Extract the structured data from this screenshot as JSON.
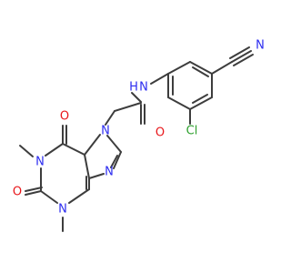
{
  "molecule": {
    "atoms": [
      {
        "id": "n_amide",
        "text": "N",
        "element": "N"
      },
      {
        "id": "h_amide",
        "text": "H",
        "element": "N"
      },
      {
        "id": "o_amide",
        "text": "O",
        "element": "O"
      },
      {
        "id": "n7",
        "text": "N",
        "element": "N"
      },
      {
        "id": "n9",
        "text": "N",
        "element": "N"
      },
      {
        "id": "n1",
        "text": "N",
        "element": "N"
      },
      {
        "id": "n3",
        "text": "N",
        "element": "N"
      },
      {
        "id": "o6",
        "text": "O",
        "element": "O"
      },
      {
        "id": "o2",
        "text": "O",
        "element": "O"
      },
      {
        "id": "cl",
        "text": "Cl",
        "element": "Cl"
      },
      {
        "id": "n_cyano",
        "text": "N",
        "element": "N"
      }
    ],
    "colors": {
      "N": "#2c2cf0",
      "O": "#e8161a",
      "Cl": "#2ea02e",
      "C": "#3d3d3d"
    }
  }
}
